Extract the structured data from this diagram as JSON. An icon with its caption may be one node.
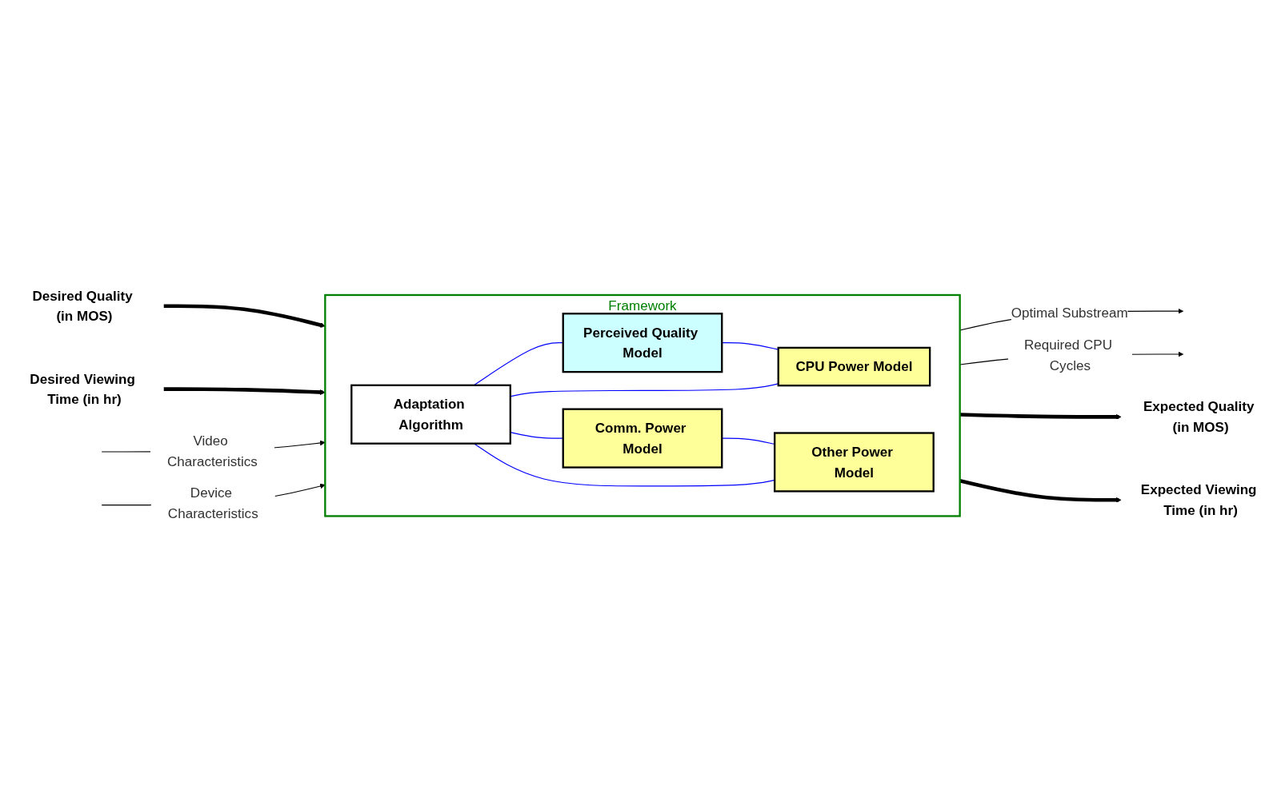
{
  "diagram": {
    "nodes": [
      {
        "text": [
          "Framework"
        ]
      },
      {
        "text": [
          "Perceived Quality Model"
        ],
        "in": 0
      },
      {
        "text": [
          "Comm. Power Model"
        ],
        "in": 0
      },
      {
        "text": [
          "Adaptation Algorithm"
        ],
        "in": 0
      },
      {
        "text": [
          "CPU Power Model"
        ],
        "in": 0
      },
      {
        "text": [
          "Other Power Model"
        ],
        "in": 0
      },
      {
        "text": [
          "Desired Quality (in MOS)"
        ]
      },
      {
        "text": [
          "Desired Viewing Time (in hr)"
        ]
      },
      {
        "text": [
          "Expected Quality (in MOS)"
        ]
      },
      {
        "text": [
          "Expected Viewing Time (in hr)"
        ]
      }
    ],
    "edges": [
      {
        "from": 6,
        "to": 0,
        "arrow": "to",
        "style": "thick"
      },
      {
        "from": 7,
        "to": 0,
        "arrow": "to",
        "style": "thick"
      },
      {
        "from": null,
        "to": 0,
        "arrow": "to",
        "label": "Video Characteristics"
      },
      {
        "from": null,
        "to": 0,
        "arrow": "to",
        "label": "Device Characteristics"
      },
      {
        "from": 0,
        "to": null,
        "arrow": "to",
        "label": "Optimal Substream"
      },
      {
        "from": 0,
        "to": null,
        "arrow": "to",
        "label": "Required CPU Cycles"
      },
      {
        "from": 0,
        "to": 8,
        "arrow": "to",
        "style": "thick"
      },
      {
        "from": 0,
        "to": 9,
        "arrow": "to",
        "style": "thick"
      },
      {
        "from": 1,
        "to": 4,
        "arrow": "none",
        "color": "#0000ff"
      },
      {
        "from": 3,
        "to": 1,
        "arrow": "none",
        "color": "#0000ff"
      },
      {
        "from": 3,
        "to": 4,
        "arrow": "none",
        "color": "#0000ff"
      },
      {
        "from": 2,
        "to": 5,
        "arrow": "none",
        "color": "#0000ff"
      },
      {
        "from": 3,
        "to": 2,
        "arrow": "none",
        "color": "#0000ff"
      },
      {
        "from": 3,
        "to": 5,
        "arrow": "none",
        "color": "#0000ff"
      }
    ]
  }
}
